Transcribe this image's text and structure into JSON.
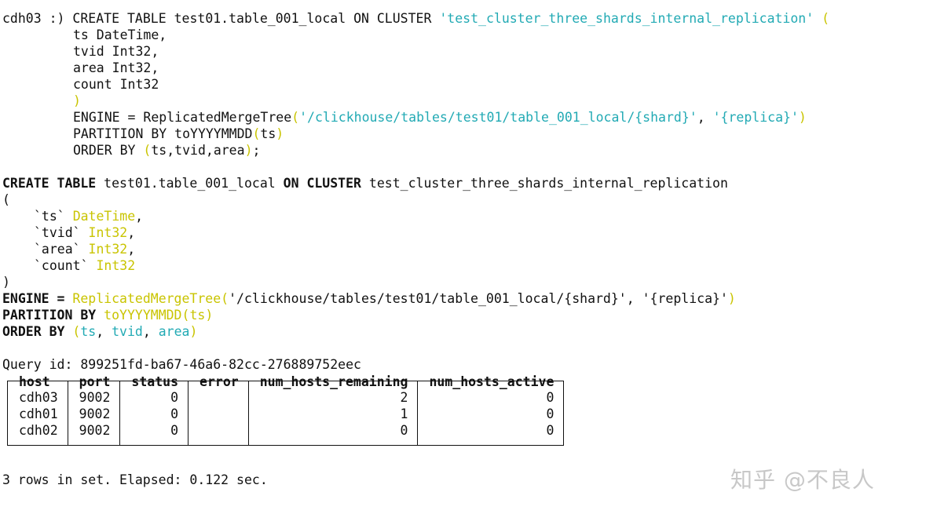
{
  "command": {
    "prompt": "cdh03 :)",
    "kw_create_table": "CREATE TABLE",
    "table_name": "test01.table_001_local",
    "kw_on_cluster": "ON CLUSTER",
    "cluster_quoted": "'test_cluster_three_shards_internal_replication'",
    "open_paren": "(",
    "col1": "ts DateTime,",
    "col2": "tvid Int32,",
    "col3": "area Int32,",
    "col4": "count Int32",
    "close_paren": ")",
    "engine_kw": "ENGINE = ReplicatedMergeTree",
    "engine_args_open": "(",
    "engine_path": "'/clickhouse/tables/test01/table_001_local/{shard}'",
    "engine_sep": ", ",
    "engine_replica": "'{replica}'",
    "engine_args_close": ")",
    "partition_kw": "PARTITION BY toYYYYMMDD",
    "partition_open": "(",
    "partition_arg": "ts",
    "partition_close": ")",
    "order_kw": "ORDER BY ",
    "order_open": "(",
    "order_args": "ts,tvid,area",
    "order_close": ")",
    "order_end": ";"
  },
  "formatted": {
    "kw_create_table": "CREATE TABLE",
    "table_name": " test01.table_001_local ",
    "kw_on_cluster": "ON CLUSTER",
    "cluster": " test_cluster_three_shards_internal_replication",
    "open_paren": "(",
    "columns": [
      {
        "name": "`ts`",
        "type": "DateTime",
        "suffix": ","
      },
      {
        "name": "`tvid`",
        "type": "Int32",
        "suffix": ","
      },
      {
        "name": "`area`",
        "type": "Int32",
        "suffix": ","
      },
      {
        "name": "`count`",
        "type": "Int32",
        "suffix": ""
      }
    ],
    "close_paren": ")",
    "engine_kw": "ENGINE =",
    "engine_fn": "ReplicatedMergeTree(",
    "engine_args": "'/clickhouse/tables/test01/table_001_local/{shard}', '{replica}'",
    "engine_close": ")",
    "partition_kw": "PARTITION BY",
    "partition_fn": "toYYYYMMDD(",
    "partition_arg": "ts",
    "partition_close": ")",
    "order_kw": "ORDER BY",
    "order_open": "(",
    "order_a": "ts",
    "order_b": "tvid",
    "order_c": "area",
    "order_close": ")"
  },
  "query_id": "Query id: 899251fd-ba67-46a6-82cc-276889752eec",
  "result": {
    "headers": [
      "host",
      "port",
      "status",
      "error",
      "num_hosts_remaining",
      "num_hosts_active"
    ],
    "rows": [
      [
        "cdh03",
        "9002",
        "0",
        "",
        "2",
        "0"
      ],
      [
        "cdh01",
        "9002",
        "0",
        "",
        "1",
        "0"
      ],
      [
        "cdh02",
        "9002",
        "0",
        "",
        "0",
        "0"
      ]
    ]
  },
  "footer": "3 rows in set. Elapsed: 0.122 sec.",
  "watermark": "知乎 @不良人",
  "colors": {
    "keyword_yellow": "#c9c400",
    "string_cyan": "#22aab4",
    "text": "#111111"
  }
}
